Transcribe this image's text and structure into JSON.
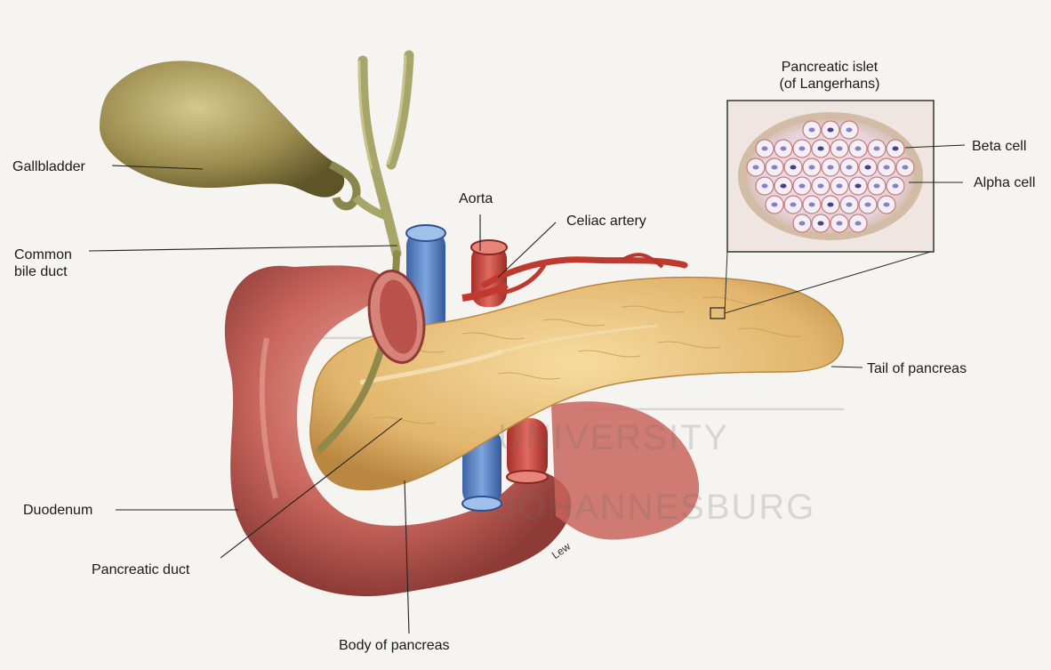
{
  "labels": {
    "gallbladder": "Gallbladder",
    "common_bile_duct": "Common\nbile duct",
    "aorta": "Aorta",
    "celiac_artery": "Celiac artery",
    "islet_title": "Pancreatic islet\n(of Langerhans)",
    "beta_cell": "Beta cell",
    "alpha_cell": "Alpha cell",
    "tail_of_pancreas": "Tail of pancreas",
    "duodenum": "Duodenum",
    "pancreatic_duct": "Pancreatic duct",
    "body_of_pancreas": "Body of pancreas",
    "artist_signature": "Lew"
  },
  "watermark": {
    "line1": "UNIVERSITY",
    "line2": "JOHANNESBURG"
  },
  "colors": {
    "pancreas": "#e8c27a",
    "duodenum": "#c86a62",
    "vein": "#5b86c6",
    "artery": "#c9433a",
    "gallbladder": "#9a8a4e",
    "bile_duct": "#a9a969",
    "leader_line": "#222222"
  }
}
